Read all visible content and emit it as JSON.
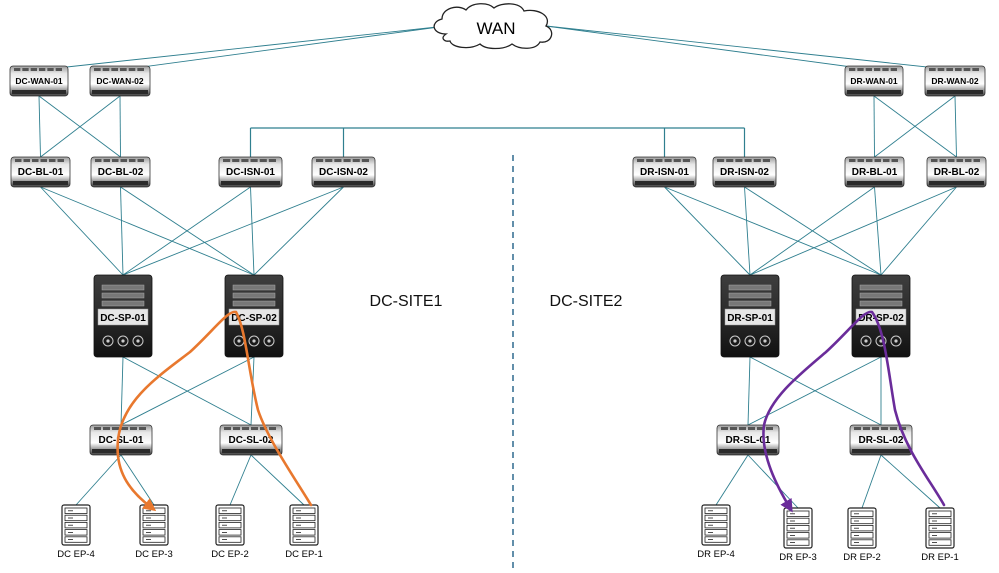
{
  "wan": {
    "label": "WAN"
  },
  "sites": [
    {
      "id": "site1",
      "label": "DC-SITE1"
    },
    {
      "id": "site2",
      "label": "DC-SITE2"
    }
  ],
  "devices": [
    {
      "id": "DC-WAN-01",
      "label": "DC-WAN-01",
      "kind": "router"
    },
    {
      "id": "DC-WAN-02",
      "label": "DC-WAN-02",
      "kind": "router"
    },
    {
      "id": "DR-WAN-01",
      "label": "DR-WAN-01",
      "kind": "router"
    },
    {
      "id": "DR-WAN-02",
      "label": "DR-WAN-02",
      "kind": "router"
    },
    {
      "id": "DC-BL-01",
      "label": "DC-BL-01",
      "kind": "switch"
    },
    {
      "id": "DC-BL-02",
      "label": "DC-BL-02",
      "kind": "switch"
    },
    {
      "id": "DC-ISN-01",
      "label": "DC-ISN-01",
      "kind": "switch"
    },
    {
      "id": "DC-ISN-02",
      "label": "DC-ISN-02",
      "kind": "switch"
    },
    {
      "id": "DR-ISN-01",
      "label": "DR-ISN-01",
      "kind": "switch"
    },
    {
      "id": "DR-ISN-02",
      "label": "DR-ISN-02",
      "kind": "switch"
    },
    {
      "id": "DR-BL-01",
      "label": "DR-BL-01",
      "kind": "switch"
    },
    {
      "id": "DR-BL-02",
      "label": "DR-BL-02",
      "kind": "switch"
    },
    {
      "id": "DC-SP-01",
      "label": "DC-SP-01",
      "kind": "spine"
    },
    {
      "id": "DC-SP-02",
      "label": "DC-SP-02",
      "kind": "spine"
    },
    {
      "id": "DR-SP-01",
      "label": "DR-SP-01",
      "kind": "spine"
    },
    {
      "id": "DR-SP-02",
      "label": "DR-SP-02",
      "kind": "spine"
    },
    {
      "id": "DC-SL-01",
      "label": "DC-SL-01",
      "kind": "switch"
    },
    {
      "id": "DC-SL-02",
      "label": "DC-SL-02",
      "kind": "switch"
    },
    {
      "id": "DR-SL-01",
      "label": "DR-SL-01",
      "kind": "switch"
    },
    {
      "id": "DR-SL-02",
      "label": "DR-SL-02",
      "kind": "switch"
    },
    {
      "id": "DC-EP-4",
      "label": "DC EP-4",
      "kind": "server"
    },
    {
      "id": "DC-EP-3",
      "label": "DC EP-3",
      "kind": "server"
    },
    {
      "id": "DC-EP-2",
      "label": "DC EP-2",
      "kind": "server"
    },
    {
      "id": "DC-EP-1",
      "label": "DC EP-1",
      "kind": "server"
    },
    {
      "id": "DR-EP-4",
      "label": "DR EP-4",
      "kind": "server"
    },
    {
      "id": "DR-EP-3",
      "label": "DR EP-3",
      "kind": "server"
    },
    {
      "id": "DR-EP-2",
      "label": "DR EP-2",
      "kind": "server"
    },
    {
      "id": "DR-EP-1",
      "label": "DR EP-1",
      "kind": "server"
    }
  ],
  "links": [
    [
      "WAN",
      "DC-WAN-01"
    ],
    [
      "WAN",
      "DC-WAN-02"
    ],
    [
      "WAN",
      "DR-WAN-01"
    ],
    [
      "WAN",
      "DR-WAN-02"
    ],
    [
      "DC-WAN-01",
      "DC-BL-01"
    ],
    [
      "DC-WAN-01",
      "DC-BL-02"
    ],
    [
      "DC-WAN-02",
      "DC-BL-01"
    ],
    [
      "DC-WAN-02",
      "DC-BL-02"
    ],
    [
      "DR-WAN-01",
      "DR-BL-01"
    ],
    [
      "DR-WAN-01",
      "DR-BL-02"
    ],
    [
      "DR-WAN-02",
      "DR-BL-01"
    ],
    [
      "DR-WAN-02",
      "DR-BL-02"
    ],
    [
      "DC-BL-01",
      "DC-SP-01"
    ],
    [
      "DC-BL-01",
      "DC-SP-02"
    ],
    [
      "DC-BL-02",
      "DC-SP-01"
    ],
    [
      "DC-BL-02",
      "DC-SP-02"
    ],
    [
      "DC-ISN-01",
      "DC-SP-01"
    ],
    [
      "DC-ISN-01",
      "DC-SP-02"
    ],
    [
      "DC-ISN-02",
      "DC-SP-01"
    ],
    [
      "DC-ISN-02",
      "DC-SP-02"
    ],
    [
      "DR-ISN-01",
      "DR-SP-01"
    ],
    [
      "DR-ISN-01",
      "DR-SP-02"
    ],
    [
      "DR-ISN-02",
      "DR-SP-01"
    ],
    [
      "DR-ISN-02",
      "DR-SP-02"
    ],
    [
      "DR-BL-01",
      "DR-SP-01"
    ],
    [
      "DR-BL-01",
      "DR-SP-02"
    ],
    [
      "DR-BL-02",
      "DR-SP-01"
    ],
    [
      "DR-BL-02",
      "DR-SP-02"
    ],
    [
      "DC-SP-01",
      "DC-SL-01"
    ],
    [
      "DC-SP-01",
      "DC-SL-02"
    ],
    [
      "DC-SP-02",
      "DC-SL-01"
    ],
    [
      "DC-SP-02",
      "DC-SL-02"
    ],
    [
      "DR-SP-01",
      "DR-SL-01"
    ],
    [
      "DR-SP-01",
      "DR-SL-02"
    ],
    [
      "DR-SP-02",
      "DR-SL-01"
    ],
    [
      "DR-SP-02",
      "DR-SL-02"
    ],
    [
      "DC-SL-01",
      "DC-EP-4"
    ],
    [
      "DC-SL-01",
      "DC-EP-3"
    ],
    [
      "DC-SL-02",
      "DC-EP-2"
    ],
    [
      "DC-SL-02",
      "DC-EP-1"
    ],
    [
      "DR-SL-01",
      "DR-EP-4"
    ],
    [
      "DR-SL-01",
      "DR-EP-3"
    ],
    [
      "DR-SL-02",
      "DR-EP-2"
    ],
    [
      "DR-SL-02",
      "DR-EP-1"
    ]
  ],
  "isn_interconnect": [
    "DC-ISN-01",
    "DC-ISN-02",
    "DR-ISN-01",
    "DR-ISN-02"
  ],
  "traffic_paths": [
    {
      "id": "dc-path",
      "color": "#e8782e",
      "from": "DC-EP-1",
      "via": [
        "DC-SL-02",
        "DC-SP-02",
        "DC-SL-01"
      ],
      "to": "DC-EP-3"
    },
    {
      "id": "dr-path",
      "color": "#6a2c9a",
      "from": "DR-EP-1",
      "via": [
        "DR-SL-02",
        "DR-SP-02",
        "DR-SL-01"
      ],
      "to": "DR-EP-3"
    }
  ],
  "colors": {
    "link": "#2f7f8f",
    "site_divider": "#1f5f86",
    "device_dark": "#2b2b2b",
    "device_light": "#d9d9d9"
  }
}
